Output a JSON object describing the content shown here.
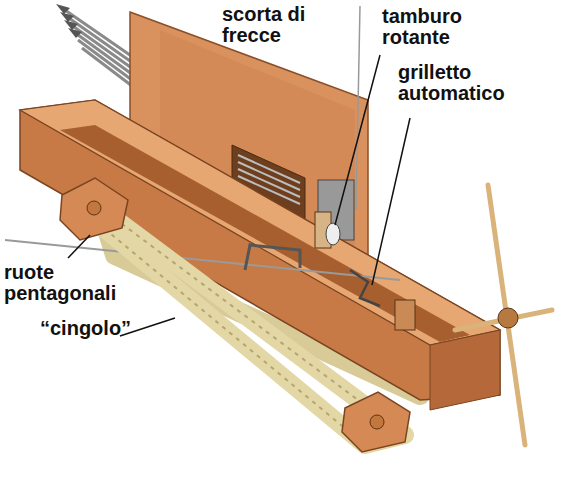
{
  "diagram": {
    "labels": [
      "scorta di frecce",
      "tamburo rotante",
      "grilletto automatico",
      "ruote pentagonali",
      "“cingolo”"
    ]
  }
}
